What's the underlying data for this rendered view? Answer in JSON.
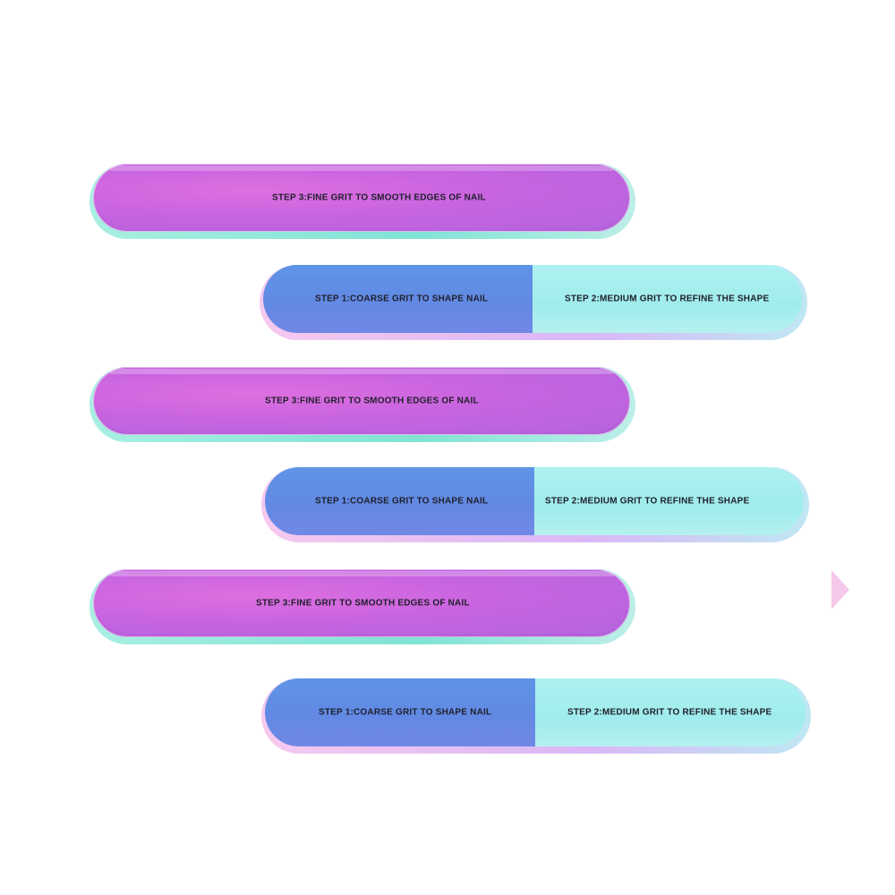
{
  "image": {
    "background_color": "#ffffff",
    "description_colors": {
      "pink_face": "#c864e0",
      "blue_face": "#6289e4",
      "cyan_face": "#9fecec",
      "edge_mint": "#7fe3d4",
      "edge_pink": "#f6c9ef"
    }
  },
  "files": [
    {
      "kind": "pink",
      "text": "STEP 3:FINE GRIT TO SMOOTH EDGES OF NAIL"
    },
    {
      "kind": "blue-cyan",
      "left_text": "STEP 1:COARSE GRIT TO SHAPE NAIL",
      "right_text": "STEP 2:MEDIUM GRIT TO REFINE THE SHAPE"
    },
    {
      "kind": "pink",
      "text": "STEP 3:FINE GRIT TO SMOOTH EDGES OF NAIL"
    },
    {
      "kind": "blue-cyan",
      "left_text": "STEP 1:COARSE GRIT TO SHAPE NAIL",
      "right_text": "STEP 2:MEDIUM GRIT TO REFINE THE SHAPE"
    },
    {
      "kind": "pink",
      "text": "STEP 3:FINE GRIT TO SMOOTH EDGES OF NAIL"
    },
    {
      "kind": "blue-cyan",
      "left_text": "STEP 1:COARSE GRIT TO SHAPE NAIL",
      "right_text": "STEP 2:MEDIUM GRIT TO REFINE THE SHAPE"
    }
  ]
}
